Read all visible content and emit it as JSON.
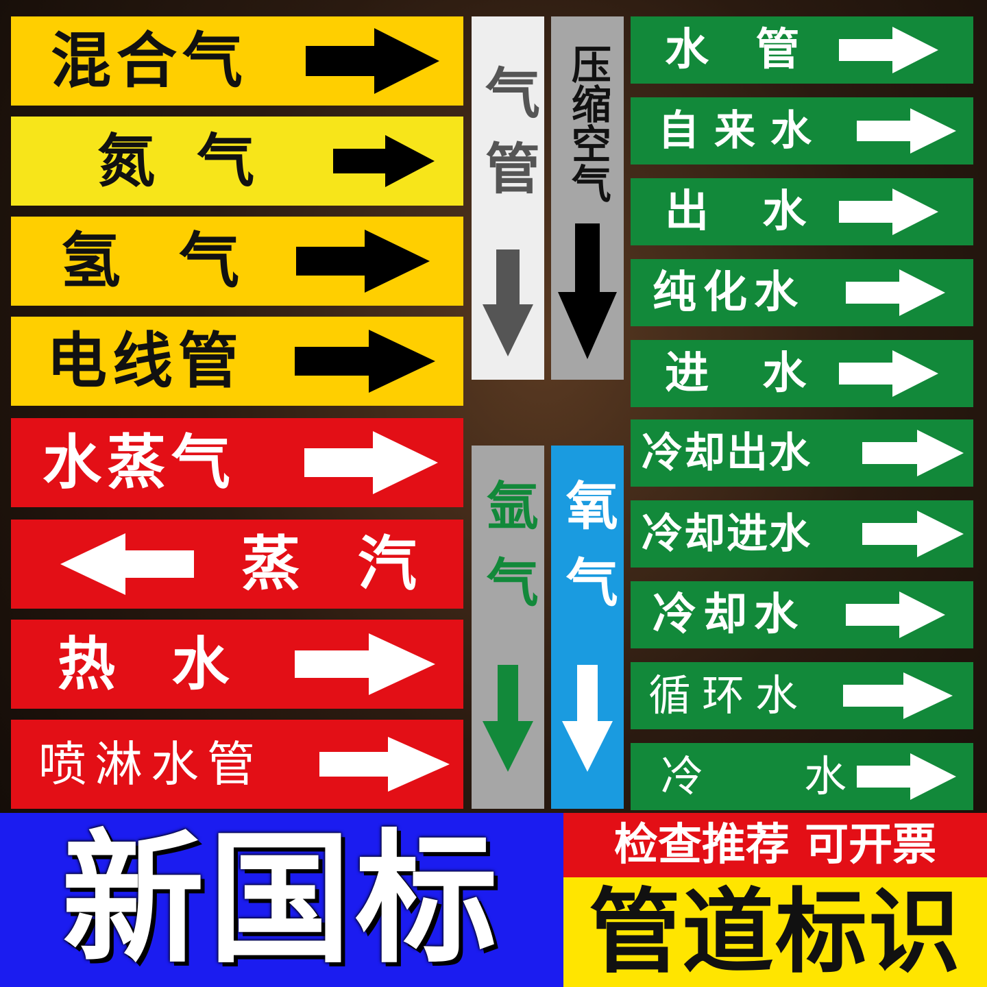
{
  "labels_left": [
    {
      "text": "混合气",
      "color": "yellow",
      "arrow": "right"
    },
    {
      "text": "氮 气",
      "color": "yellow",
      "arrow": "right"
    },
    {
      "text": "氢  气",
      "color": "yellow",
      "arrow": "right"
    },
    {
      "text": "电线管",
      "color": "yellow",
      "arrow": "right"
    },
    {
      "text": "水蒸气",
      "color": "red",
      "arrow": "right"
    },
    {
      "text": "蒸  汽",
      "color": "red",
      "arrow": "left"
    },
    {
      "text": "热  水",
      "color": "red",
      "arrow": "right"
    },
    {
      "text": "喷淋水管",
      "color": "red",
      "arrow": "right"
    }
  ],
  "labels_vertical": [
    {
      "text": "气管",
      "bg": "#eeeeee",
      "text_color": "#555555",
      "arrow_color": "#555555"
    },
    {
      "text": "压缩空气",
      "bg": "#a6a6a6",
      "text_color": "#111111",
      "arrow_color": "#000000"
    },
    {
      "text": "氩气",
      "bg": "#a6a6a6",
      "text_color": "#12893a",
      "arrow_color": "#12893a"
    },
    {
      "text": "氧气",
      "bg": "#1a9be0",
      "text_color": "#ffffff",
      "arrow_color": "#ffffff"
    }
  ],
  "labels_right": [
    {
      "text": "水  管"
    },
    {
      "text": "自来水"
    },
    {
      "text": "出 水"
    },
    {
      "text": "纯化水"
    },
    {
      "text": "进 水"
    },
    {
      "text": "冷却出水"
    },
    {
      "text": "冷却进水"
    },
    {
      "text": "冷却水"
    },
    {
      "text": "循环水"
    },
    {
      "text": "冷   水"
    }
  ],
  "banner": {
    "main": "新国标",
    "tag": "检查推荐 可开票",
    "sub": "管道标识"
  },
  "colors": {
    "yellow": "#ffcf00",
    "red": "#e30f16",
    "green": "#12893a",
    "blue_banner": "#1b1cf0"
  }
}
